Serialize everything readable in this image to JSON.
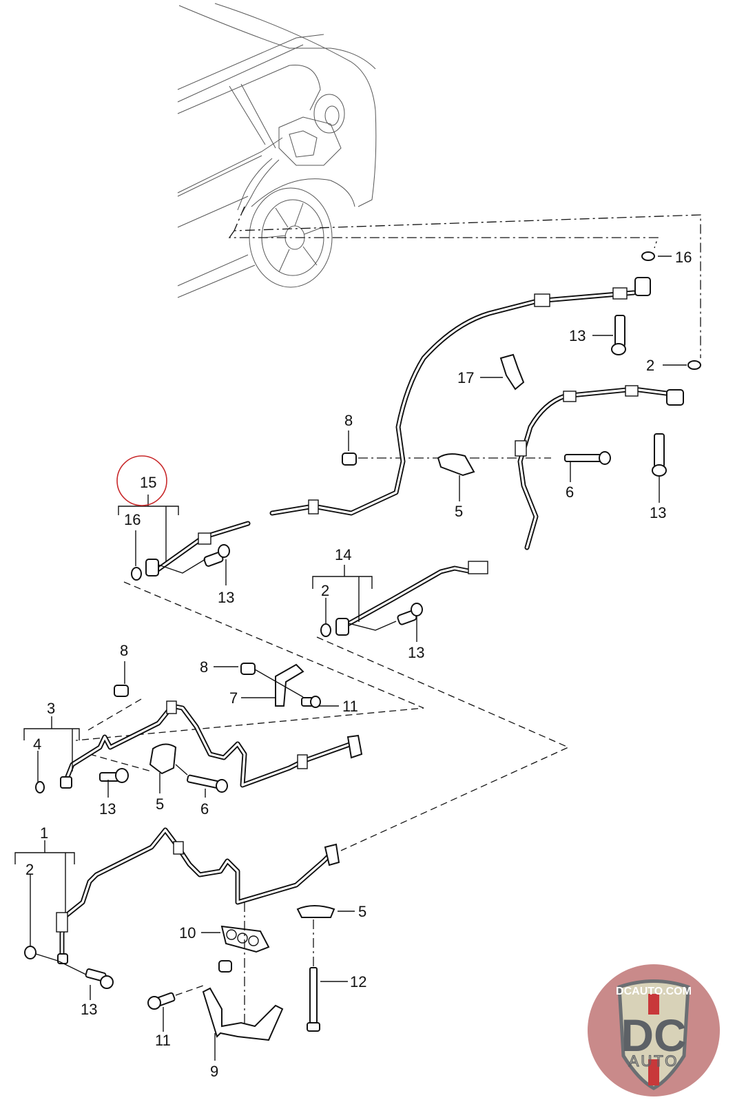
{
  "diagram": {
    "title": "A/C refrigerant line assembly – exploded parts view",
    "highlighted_callout": "15",
    "highlight_color": "#c8282a",
    "callouts": [
      {
        "id": "c16-top",
        "text": "16"
      },
      {
        "id": "c13-top",
        "text": "13"
      },
      {
        "id": "c2-top",
        "text": "2"
      },
      {
        "id": "c17",
        "text": "17"
      },
      {
        "id": "c8-upper",
        "text": "8"
      },
      {
        "id": "c5-upper",
        "text": "5"
      },
      {
        "id": "c6-upper",
        "text": "6"
      },
      {
        "id": "c13-right",
        "text": "13"
      },
      {
        "id": "c15",
        "text": "15"
      },
      {
        "id": "c16-left",
        "text": "16"
      },
      {
        "id": "c13-left",
        "text": "13"
      },
      {
        "id": "c14",
        "text": "14"
      },
      {
        "id": "c2-mid",
        "text": "2"
      },
      {
        "id": "c13-mid",
        "text": "13"
      },
      {
        "id": "c8-lowleft",
        "text": "8"
      },
      {
        "id": "c8-lowmid",
        "text": "8"
      },
      {
        "id": "c7",
        "text": "7"
      },
      {
        "id": "c11-mid",
        "text": "11"
      },
      {
        "id": "c3",
        "text": "3"
      },
      {
        "id": "c4",
        "text": "4"
      },
      {
        "id": "c13-low",
        "text": "13"
      },
      {
        "id": "c5-low",
        "text": "5"
      },
      {
        "id": "c6-low",
        "text": "6"
      },
      {
        "id": "c1",
        "text": "1"
      },
      {
        "id": "c2-low",
        "text": "2"
      },
      {
        "id": "c5-bottom",
        "text": "5"
      },
      {
        "id": "c10",
        "text": "10"
      },
      {
        "id": "c12",
        "text": "12"
      },
      {
        "id": "c13-bottom",
        "text": "13"
      },
      {
        "id": "c11-bottom",
        "text": "11"
      },
      {
        "id": "c9",
        "text": "9"
      }
    ]
  },
  "watermark": {
    "site": "DCAUTO.COM",
    "mark": "DC",
    "sub": "AUTO",
    "colors": {
      "badge_bg": "#c98a8a",
      "shield": "#d8d2b8",
      "letters": "#5d6166",
      "stripe": "#c8383a"
    }
  }
}
